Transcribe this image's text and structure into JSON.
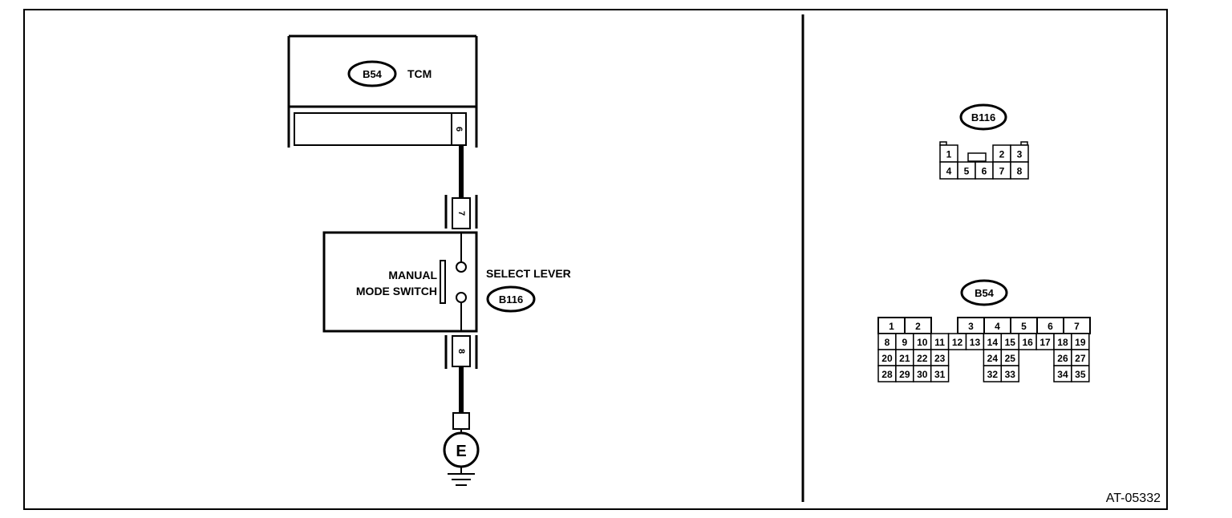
{
  "tcm": {
    "connector": "B54",
    "label": "TCM",
    "pin": "6"
  },
  "select_lever": {
    "label": "SELECT LEVER",
    "connector": "B116"
  },
  "connector_pins": {
    "upper": "7",
    "lower": "8"
  },
  "switch": {
    "line1": "MANUAL",
    "line2": "MODE SWITCH"
  },
  "ground": {
    "label": "E"
  },
  "b116_view": {
    "title": "B116",
    "pins": [
      {
        "label": "1",
        "row": 0,
        "col": 0
      },
      {
        "label": "2",
        "row": 0,
        "col": 3
      },
      {
        "label": "3",
        "row": 0,
        "col": 4
      },
      {
        "label": "4",
        "row": 1,
        "col": 0
      },
      {
        "label": "5",
        "row": 1,
        "col": 1
      },
      {
        "label": "6",
        "row": 1,
        "col": 2
      },
      {
        "label": "7",
        "row": 1,
        "col": 3
      },
      {
        "label": "8",
        "row": 1,
        "col": 4
      }
    ]
  },
  "b54_view": {
    "title": "B54",
    "top_pins": [
      {
        "label": "1",
        "col": 0
      },
      {
        "label": "2",
        "col": 1
      },
      {
        "label": "3",
        "col": 3
      },
      {
        "label": "4",
        "col": 4
      },
      {
        "label": "5",
        "col": 5
      },
      {
        "label": "6",
        "col": 6
      },
      {
        "label": "7",
        "col": 7
      }
    ],
    "rows": [
      [
        "8",
        "9",
        "10",
        "11",
        "12",
        "13",
        "14",
        "15",
        "16",
        "17",
        "18",
        "19"
      ],
      [
        "20",
        "21",
        "22",
        "23",
        null,
        null,
        "24",
        "25",
        null,
        null,
        "26",
        "27"
      ],
      [
        "28",
        "29",
        "30",
        "31",
        null,
        null,
        "32",
        "33",
        null,
        null,
        "34",
        "35"
      ]
    ]
  },
  "figure_id": "AT-05332"
}
